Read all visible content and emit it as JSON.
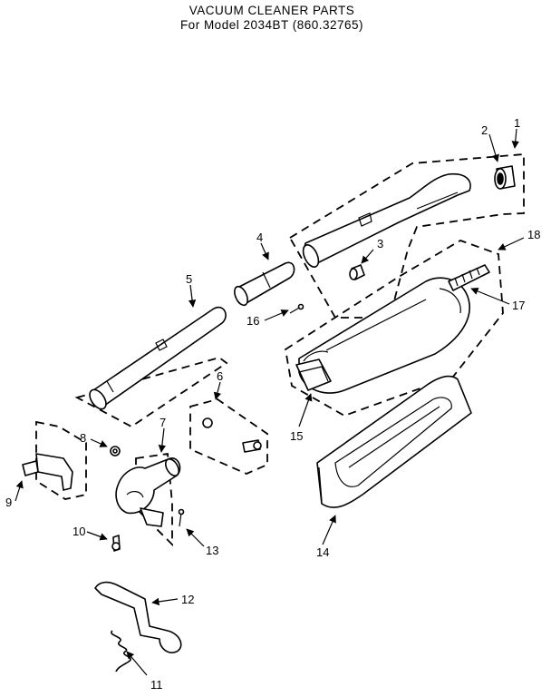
{
  "header": {
    "title_line1": "VACUUM CLEANER PARTS",
    "title_line2": "For Model 2034BT (860.32765)"
  },
  "callouts": {
    "c1": "1",
    "c2": "2",
    "c3": "3",
    "c4": "4",
    "c5": "5",
    "c6": "6",
    "c7": "7",
    "c8": "8",
    "c9": "9",
    "c10": "10",
    "c11": "11",
    "c12": "12",
    "c13": "13",
    "c14": "14",
    "c15": "15",
    "c16": "16",
    "c17": "17",
    "c18": "18"
  }
}
